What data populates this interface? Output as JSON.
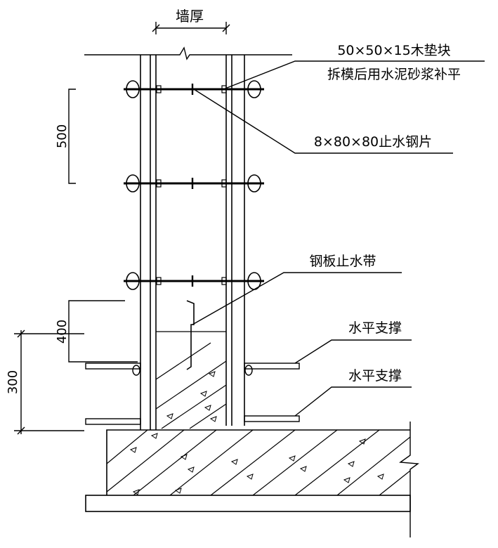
{
  "labels": {
    "wall_thickness": "墙厚",
    "wood_block": "50×50×15木垫块",
    "patch_note": "拆模后用水泥砂浆补平",
    "water_stop_plate": "8×80×80止水钢片",
    "steel_waterstop": "钢板止水带",
    "horizontal_brace_upper": "水平支撑",
    "horizontal_brace_lower": "水平支撑"
  },
  "dimensions": {
    "tie_spacing": "500",
    "waterstop_height": "400",
    "brace_spacing": "300"
  }
}
